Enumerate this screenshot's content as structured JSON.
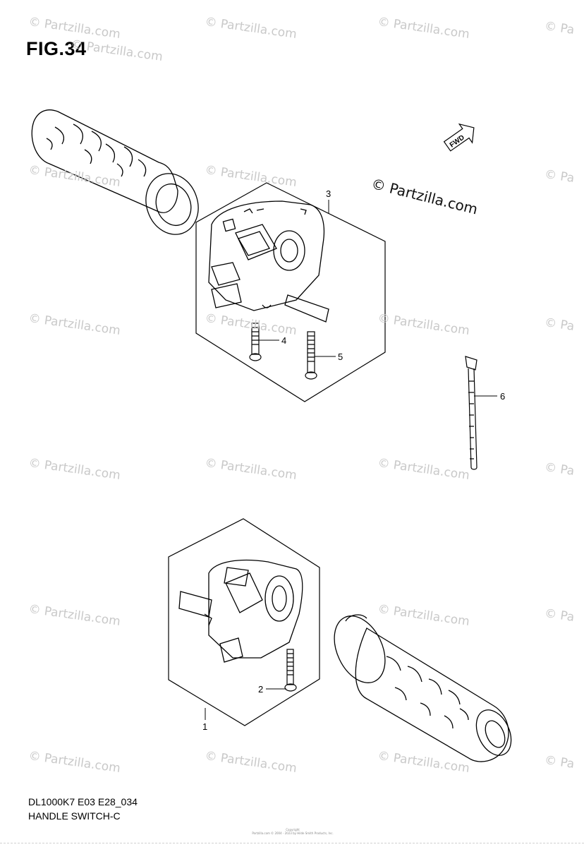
{
  "figure": {
    "title": "FIG.34",
    "code": "DL1000K7 E03 E28_034",
    "name": "HANDLE SWITCH-C",
    "copyright_lines": [
      "Copyright",
      "Partzilla.com © 2004 - 2023 by Hilde Smith Products, Inc."
    ]
  },
  "watermark": {
    "text": "© Partzilla.com",
    "fragment": "© Pa"
  },
  "fwd_label": "FWD",
  "callouts": [
    {
      "number": "1",
      "part": "handle switch (right)"
    },
    {
      "number": "2",
      "part": "screw"
    },
    {
      "number": "3",
      "part": "handle switch (left)"
    },
    {
      "number": "4",
      "part": "screw"
    },
    {
      "number": "5",
      "part": "screw"
    },
    {
      "number": "6",
      "part": "cable tie"
    }
  ]
}
